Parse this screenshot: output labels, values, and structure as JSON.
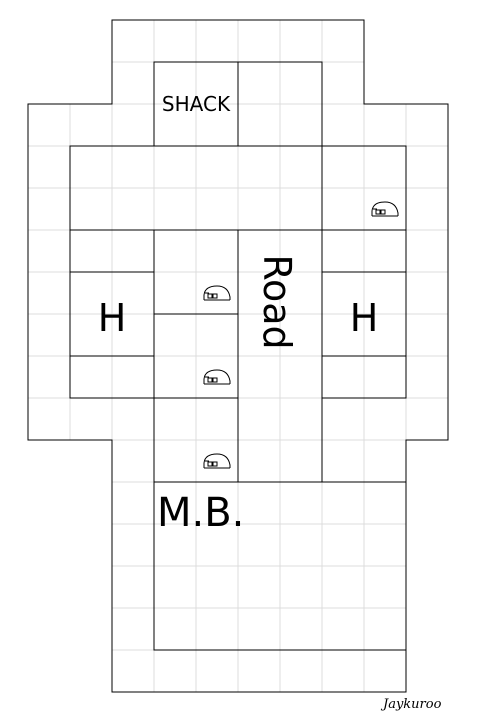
{
  "labels": {
    "shack": "SHACK",
    "road": "Road",
    "house_left": "H",
    "house_right": "H",
    "mb": "M.B."
  },
  "signature": "Jaykuroo",
  "icons": {
    "car": "car-icon"
  },
  "colors": {
    "grid": "#dcdcdc",
    "line": "#000000",
    "background": "#ffffff"
  }
}
